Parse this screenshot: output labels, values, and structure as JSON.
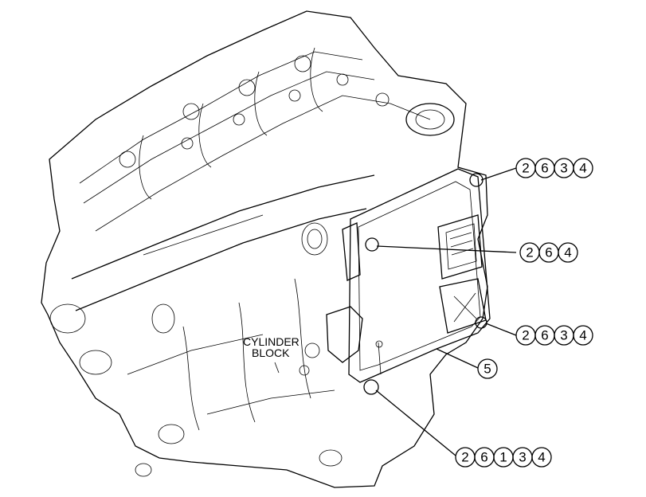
{
  "block_label": {
    "line1": "CYLINDER",
    "line2": "BLOCK"
  },
  "callouts": [
    {
      "id": "callout-1",
      "digits": [
        "2",
        "6",
        "3",
        "4"
      ]
    },
    {
      "id": "callout-2",
      "digits": [
        "2",
        "6",
        "4"
      ]
    },
    {
      "id": "callout-3",
      "digits": [
        "2",
        "6",
        "3",
        "4"
      ]
    },
    {
      "id": "callout-4",
      "digits": [
        "5"
      ]
    },
    {
      "id": "callout-5",
      "digits": [
        "2",
        "6",
        "1",
        "3",
        "4"
      ]
    }
  ]
}
